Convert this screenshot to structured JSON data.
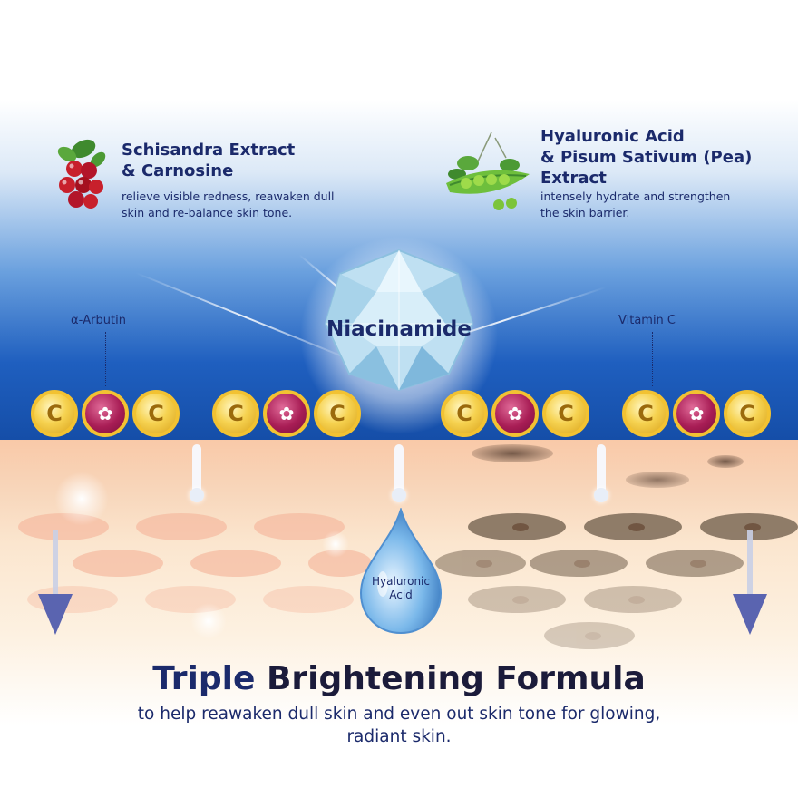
{
  "ingredients": {
    "left": {
      "title_line1": "Schisandra Extract",
      "title_line2": "& Carnosine",
      "desc_line1": "relieve visible redness, reawaken dull",
      "desc_line2": "skin and re-balance skin tone."
    },
    "right": {
      "title_line1": "Hyaluronic Acid",
      "title_line2": "& Pisum Sativum (Pea)",
      "title_line3": "Extract",
      "desc_line1": "intensely hydrate and strengthen",
      "desc_line2": "the skin barrier."
    }
  },
  "center": {
    "label": "Niacinamide"
  },
  "labels": {
    "arbutin": "α-Arbutin",
    "vitamin_c": "Vitamin C"
  },
  "molecule_letter": "C",
  "droplet": {
    "line1": "Hyaluronic",
    "line2": "Acid"
  },
  "bottom": {
    "title_accent": "Triple",
    "title_rest": " Brightening Formula",
    "subtitle_line1": "to help reawaken dull skin and even out skin tone for glowing,",
    "subtitle_line2": "radiant skin."
  },
  "colors": {
    "navy": "#1b2a6b",
    "blue": "#1f5fbf",
    "gold": "#f2c232",
    "berry": "#a81d55"
  }
}
